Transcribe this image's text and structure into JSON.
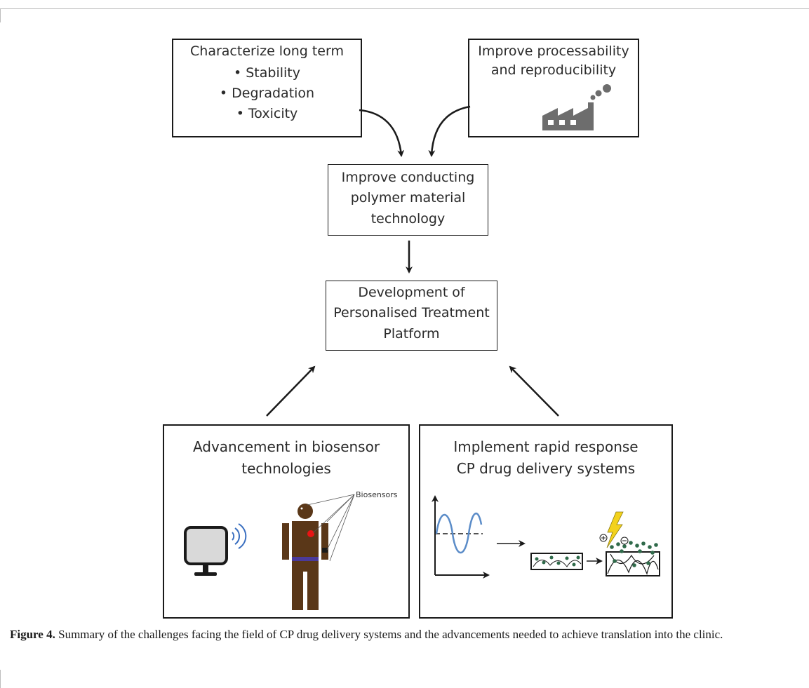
{
  "boxes": {
    "characterize": {
      "title": "Characterize long term",
      "items": [
        "• Stability",
        "• Degradation",
        "• Toxicity"
      ]
    },
    "processability": {
      "line1": "Improve processability",
      "line2": "and reproducibility"
    },
    "conducting": {
      "line1": "Improve conducting",
      "line2": "polymer material",
      "line3": "technology"
    },
    "platform": {
      "line1": "Development of",
      "line2": "Personalised Treatment",
      "line3": "Platform"
    },
    "biosensor": {
      "line1": "Advancement in biosensor",
      "line2": "technologies",
      "annotation": "Biosensors"
    },
    "delivery": {
      "line1": "Implement rapid response",
      "line2": "CP drug delivery systems"
    }
  },
  "caption": {
    "label": "Figure 4.",
    "text": " Summary of the challenges facing the field of CP drug delivery systems and the advancements needed to achieve translation into the clinic."
  },
  "colors": {
    "stroke": "#1a1a1a",
    "factory": "#6d6d6d",
    "body": "#5a3718",
    "belt": "#4b3a9a",
    "heart": "#e81414",
    "wave": "#5b8cc8",
    "bolt": "#f3d21c",
    "particle": "#2f6a4a"
  }
}
